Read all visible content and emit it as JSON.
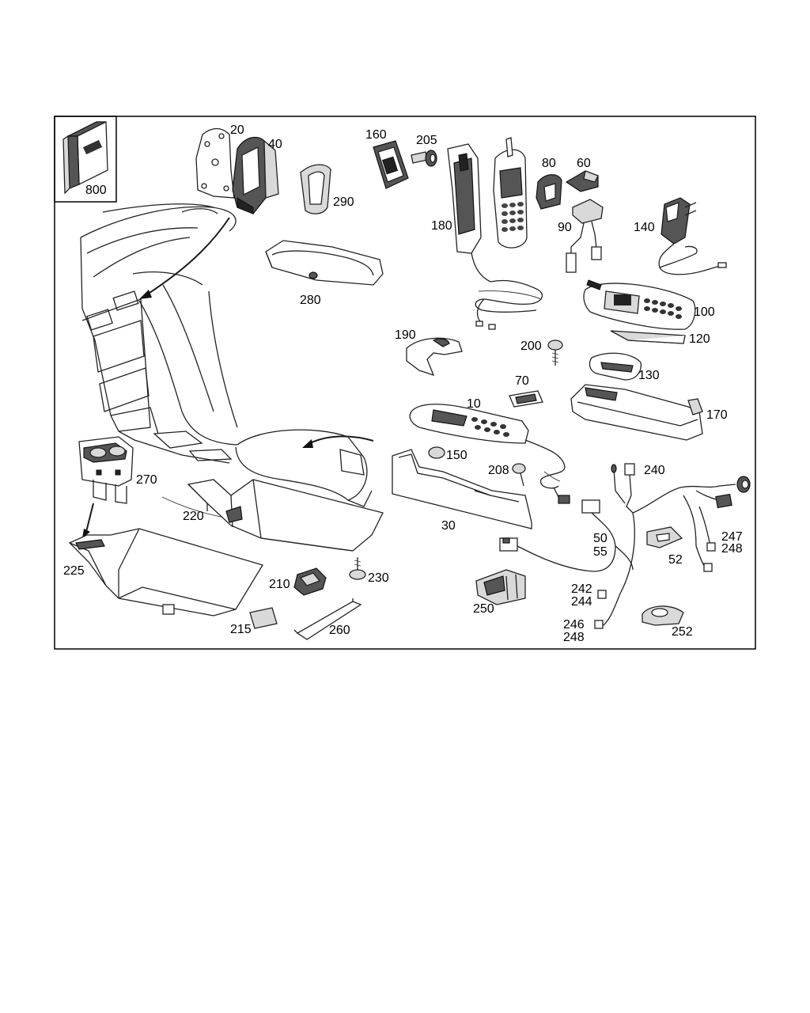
{
  "diagram": {
    "type": "exploded parts diagram",
    "part_labels": [
      {
        "key": "p800",
        "text": "800"
      },
      {
        "key": "p20",
        "text": "20"
      },
      {
        "key": "p40",
        "text": "40"
      },
      {
        "key": "p160",
        "text": "160"
      },
      {
        "key": "p205",
        "text": "205"
      },
      {
        "key": "p80",
        "text": "80"
      },
      {
        "key": "p60",
        "text": "60"
      },
      {
        "key": "p290",
        "text": "290"
      },
      {
        "key": "p180",
        "text": "180"
      },
      {
        "key": "p90",
        "text": "90"
      },
      {
        "key": "p140",
        "text": "140"
      },
      {
        "key": "p280",
        "text": "280"
      },
      {
        "key": "p100",
        "text": "100"
      },
      {
        "key": "p120",
        "text": "120"
      },
      {
        "key": "p190",
        "text": "190"
      },
      {
        "key": "p200",
        "text": "200"
      },
      {
        "key": "p130",
        "text": "130"
      },
      {
        "key": "p70",
        "text": "70"
      },
      {
        "key": "p10",
        "text": "10"
      },
      {
        "key": "p170",
        "text": "170"
      },
      {
        "key": "p150",
        "text": "150"
      },
      {
        "key": "p208",
        "text": "208"
      },
      {
        "key": "p240",
        "text": "240"
      },
      {
        "key": "p270",
        "text": "270"
      },
      {
        "key": "p220",
        "text": "220"
      },
      {
        "key": "p30",
        "text": "30"
      },
      {
        "key": "p247",
        "text": "247"
      },
      {
        "key": "p248a",
        "text": "248"
      },
      {
        "key": "p50",
        "text": "50"
      },
      {
        "key": "p55",
        "text": "55"
      },
      {
        "key": "p52",
        "text": "52"
      },
      {
        "key": "p225",
        "text": "225"
      },
      {
        "key": "p230",
        "text": "230"
      },
      {
        "key": "p210",
        "text": "210"
      },
      {
        "key": "p242",
        "text": "242"
      },
      {
        "key": "p244",
        "text": "244"
      },
      {
        "key": "p250",
        "text": "250"
      },
      {
        "key": "p246",
        "text": "246"
      },
      {
        "key": "p248b",
        "text": "248"
      },
      {
        "key": "p252",
        "text": "252"
      },
      {
        "key": "p215",
        "text": "215"
      },
      {
        "key": "p260",
        "text": "260"
      }
    ]
  },
  "colors": {
    "line": "#222222",
    "frame": "#000000",
    "fill_light": "#d9d9d9",
    "fill_dark": "#555555",
    "background": "#ffffff"
  }
}
